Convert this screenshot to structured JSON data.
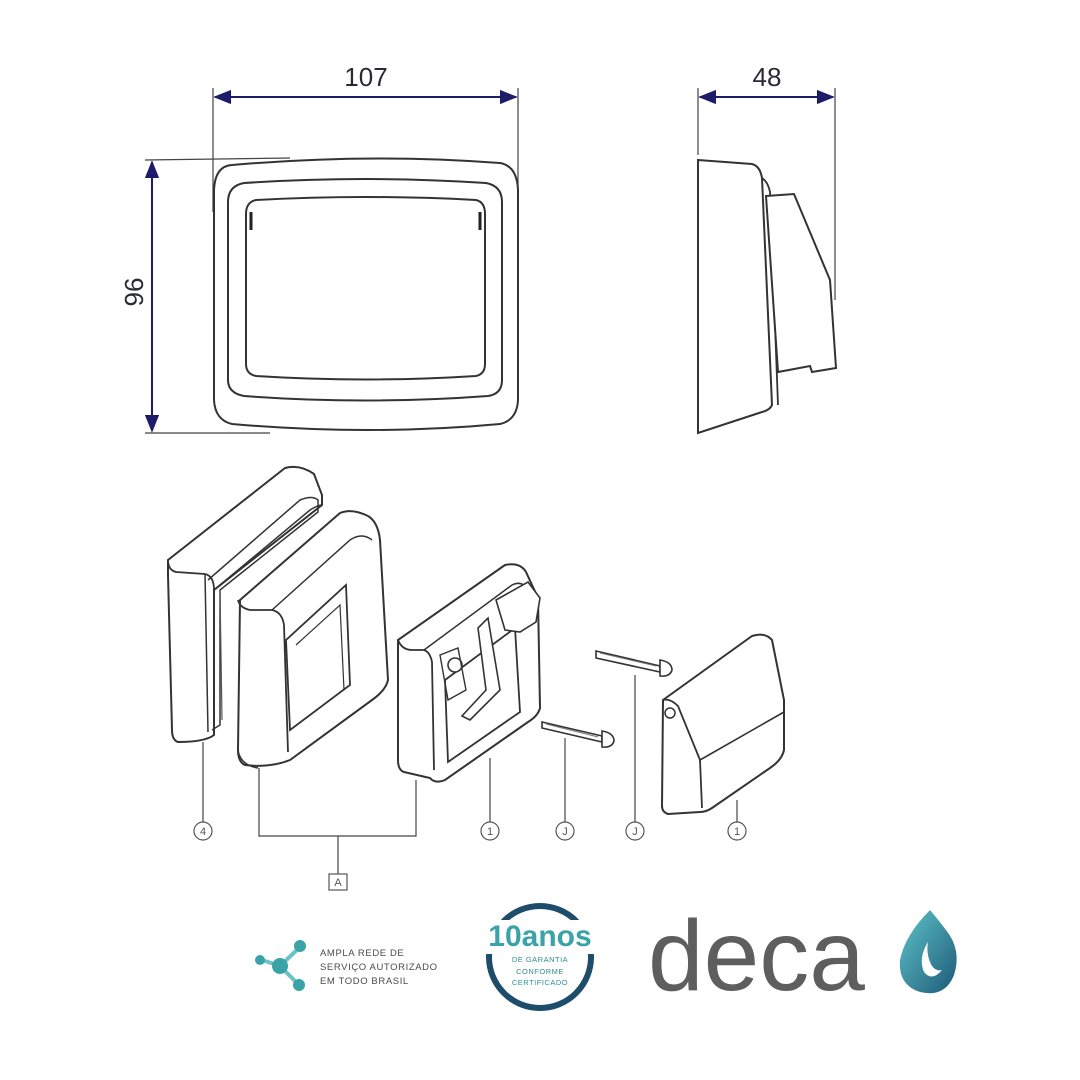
{
  "dimensions": {
    "width": "107",
    "height": "96",
    "depth": "48"
  },
  "callouts": {
    "part_1": "4",
    "part_2": "1",
    "part_3": "J",
    "part_4": "J",
    "part_5": "1",
    "group": "A"
  },
  "service_badge": {
    "line1": "AMPLA REDE DE",
    "line2": "SERVIÇO AUTORIZADO",
    "line3": "EM TODO BRASIL"
  },
  "warranty_badge": {
    "big": "10anos",
    "line1": "DE GARANTIA",
    "line2": "CONFORME",
    "line3": "CERTIFICADO"
  },
  "brand": {
    "name": "deca",
    "color": "#5e5e5e",
    "drop_color": "#2b6f86"
  },
  "colors": {
    "dimension_lines": "#1c1c6a",
    "outline": "#333333"
  }
}
